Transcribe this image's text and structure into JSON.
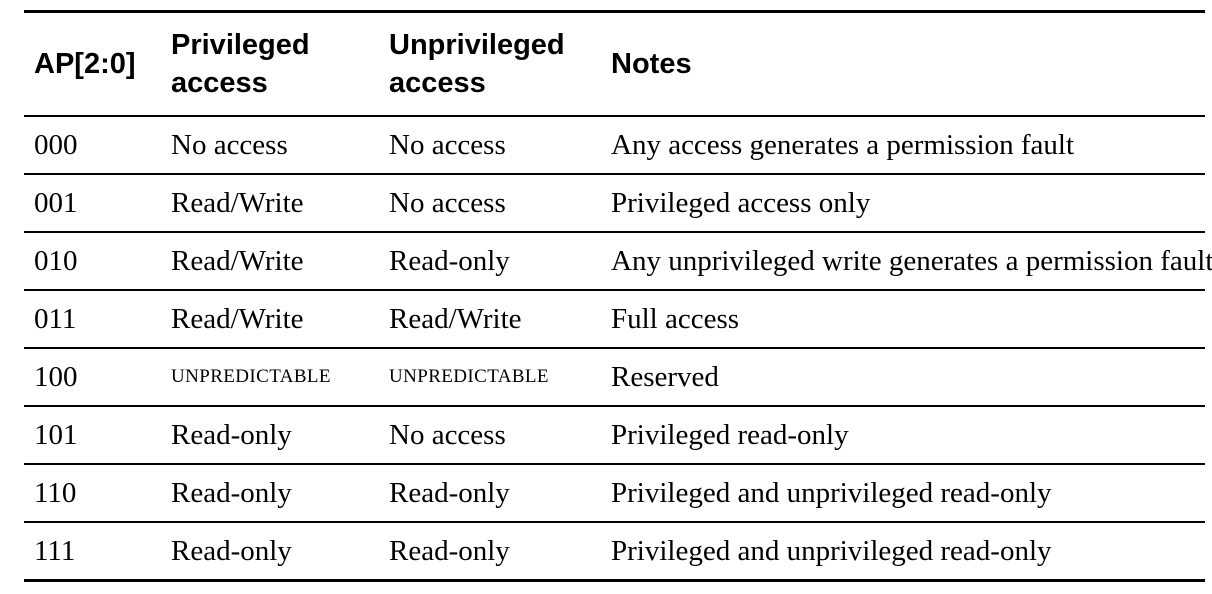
{
  "page": {
    "background_color": "#ffffff",
    "text_color": "#000000",
    "rule_color": "#000000"
  },
  "table": {
    "columns": [
      {
        "key": "ap",
        "label": "AP[2:0]"
      },
      {
        "key": "privileged",
        "label": "Privileged access"
      },
      {
        "key": "unprivileged",
        "label": "Unprivileged access"
      },
      {
        "key": "notes",
        "label": "Notes"
      }
    ],
    "rows": [
      {
        "ap": "000",
        "privileged": "No access",
        "unprivileged": "No access",
        "notes": "Any access generates a permission fault"
      },
      {
        "ap": "001",
        "privileged": "Read/Write",
        "unprivileged": "No access",
        "notes": "Privileged access only"
      },
      {
        "ap": "010",
        "privileged": "Read/Write",
        "unprivileged": "Read-only",
        "notes": "Any unprivileged write generates a permission fault"
      },
      {
        "ap": "011",
        "privileged": "Read/Write",
        "unprivileged": "Read/Write",
        "notes": "Full access"
      },
      {
        "ap": "100",
        "privileged": "UNPREDICTABLE",
        "unprivileged": "UNPREDICTABLE",
        "notes": "Reserved"
      },
      {
        "ap": "101",
        "privileged": "Read-only",
        "unprivileged": "No access",
        "notes": "Privileged read-only"
      },
      {
        "ap": "110",
        "privileged": "Read-only",
        "unprivileged": "Read-only",
        "notes": "Privileged and unprivileged read-only"
      },
      {
        "ap": "111",
        "privileged": "Read-only",
        "unprivileged": "Read-only",
        "notes": "Privileged and unprivileged read-only"
      }
    ],
    "smallcaps_text": "UNPREDICTABLE"
  }
}
